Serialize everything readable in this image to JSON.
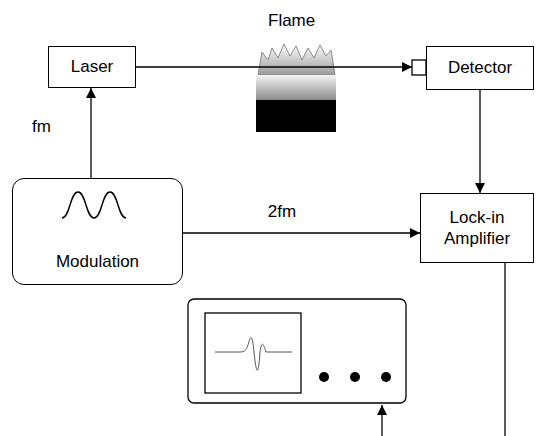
{
  "diagram": {
    "nodes": [
      {
        "text": [
          "Laser"
        ]
      },
      {
        "text": [
          "Detector"
        ]
      },
      {
        "text": [
          "Modulation"
        ]
      },
      {
        "text": [
          "Lock-in Amplifier"
        ]
      }
    ],
    "edges": [
      {
        "from": 2,
        "to": 0,
        "label": "fm",
        "arrow": "to"
      },
      {
        "from": 0,
        "to": 1,
        "arrow": "to"
      },
      {
        "from": 2,
        "to": 3,
        "label": "2fm",
        "arrow": "to"
      },
      {
        "from": 1,
        "to": 3,
        "arrow": "to"
      }
    ],
    "labels": [
      "Flame"
    ]
  }
}
